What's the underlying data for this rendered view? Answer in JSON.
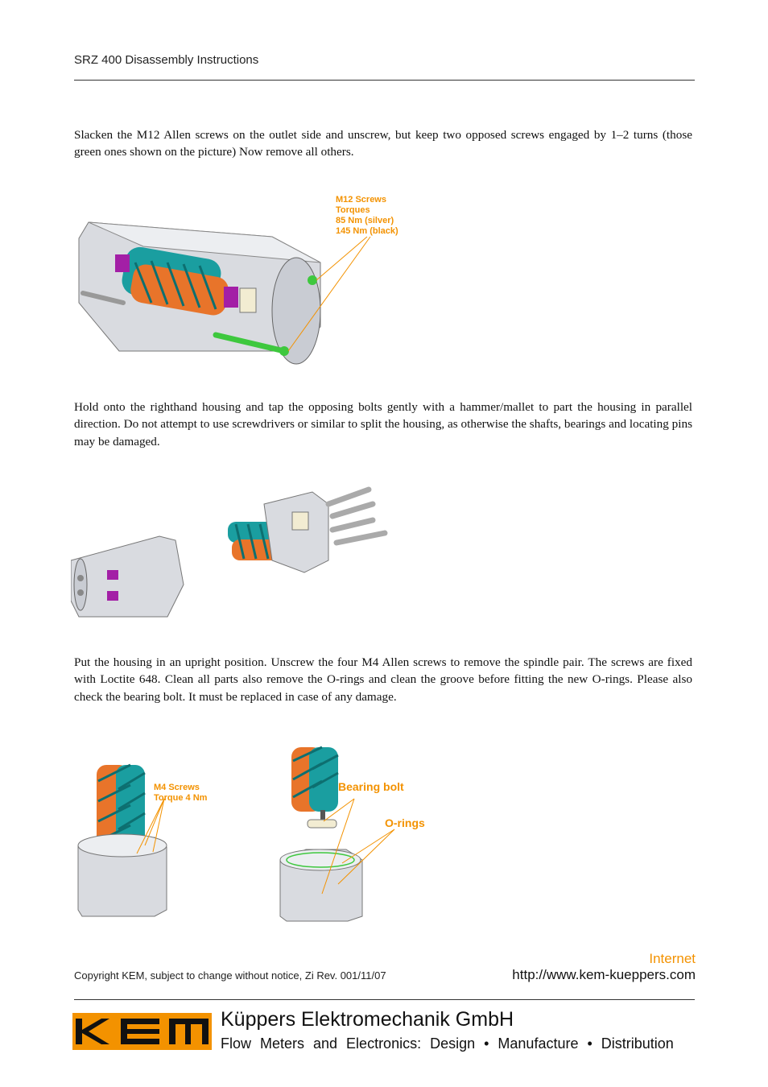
{
  "header": {
    "title": "SRZ 400 Disassembly Instructions"
  },
  "steps": [
    {
      "text": "Slacken the M12 Allen screws on the outlet side and unscrew, but keep two opposed screws engaged by 1–2 turns (those green ones shown on the picture) Now remove all others."
    },
    {
      "text": "Hold onto the righthand housing and tap the opposing bolts gently with a hammer/mallet to part the housing in parallel direction. Do not attempt to use screwdrivers or similar to split the housing, as otherwise the shafts, bearings and locating pins may be damaged."
    },
    {
      "text": "Put the housing in an upright position. Unscrew the four M4 Allen screws to remove the spindle pair. The screws are fixed with Loctite 648. Clean all parts also remove the O-rings and clean the groove before fitting the new O-rings. Please also check the bearing bolt. It must be replaced in case of any damage."
    }
  ],
  "figure1": {
    "label_lines": [
      "M12 Screws",
      "Torques",
      "85 Nm (silver)",
      "145 Nm (black)"
    ]
  },
  "figure3": {
    "label_lines": [
      "M4 Screws",
      "Torque 4 Nm"
    ]
  },
  "figure4": {
    "bearing_label": "Bearing bolt",
    "orings_label": "O-rings"
  },
  "footer": {
    "copyright": "Copyright KEM, subject to change without notice, Zi Rev. 001/11/07",
    "internet_title": "Internet",
    "internet_url": "http://www.kem-kueppers.com",
    "logo_text": "KEM",
    "company": "Küppers Elektromechanik GmbH",
    "tagline": "Flow Meters and Electronics: Design • Manufacture • Distribution"
  },
  "colors": {
    "accent": "#f39200",
    "teal": "#1a9ea0",
    "orange": "#e8742a",
    "magenta": "#a31fa6",
    "green": "#3ec83e",
    "housing": "#d9dbe0"
  }
}
